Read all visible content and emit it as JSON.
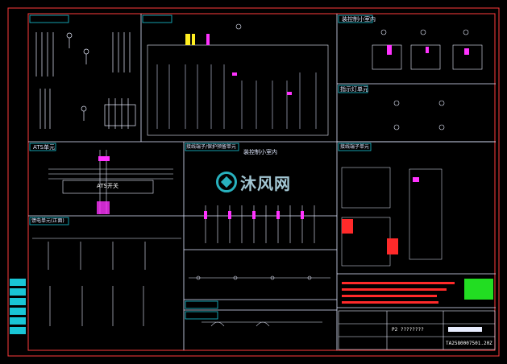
{
  "panels": {
    "ats_unit": "ATS单元",
    "ats_switch": "ATS开关",
    "control_room_a": "装控制小室内",
    "control_room_b": "装控制小室内",
    "terminal_block_unit": "接线端子/保护预留单元",
    "indicator_unit": "指示灯单元",
    "wiring_terminal_unit": "接线端子单元",
    "feeder_unit": "馈电单元(正面)"
  },
  "watermark": {
    "text": "沐风网"
  },
  "title_block": {
    "sheet": "P2 ????????",
    "drawing_number": "TA2580007501.20Z"
  },
  "colors": {
    "frame": "#ff3b3b",
    "panel_header": "#19c6d6",
    "wire": "#ffffff",
    "highlight_magenta": "#ff33ff",
    "highlight_yellow": "#ffee22",
    "notes_green": "#22dd22",
    "notes_red": "#ff2a2a"
  }
}
